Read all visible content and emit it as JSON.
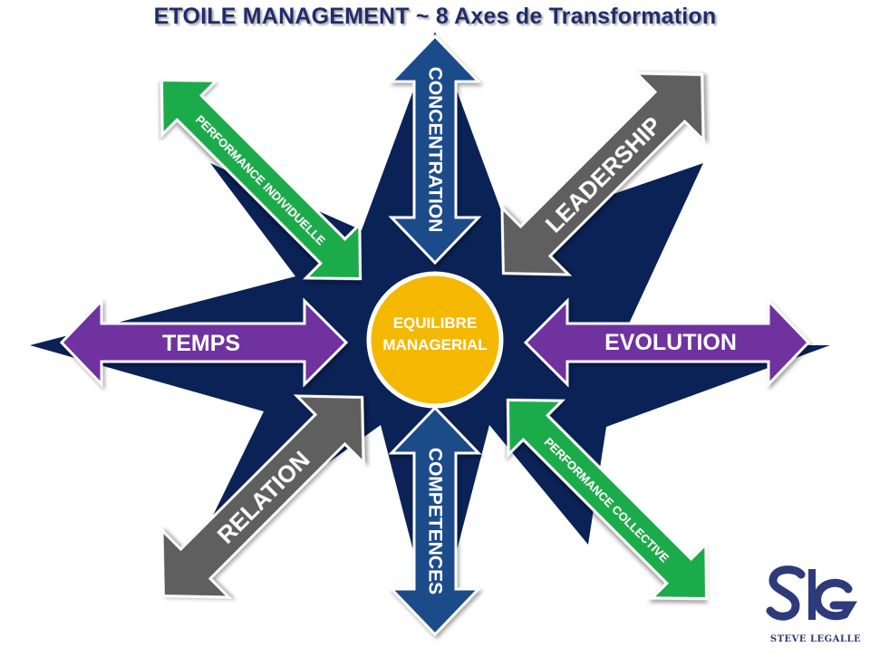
{
  "title": "ETOILE MANAGEMENT ~ 8 Axes de Transformation",
  "center": {
    "line1": "EQUILIBRE",
    "line2": "MANAGERIAL"
  },
  "axes": {
    "concentration": "CONCENTRATION",
    "leadership": "LEADERSHIP",
    "evolution": "EVOLUTION",
    "performance_collective": "PERFORMANCE COLLECTIVE",
    "competences": "COMPETENCES",
    "relation": "RELATION",
    "temps": "TEMPS",
    "performance_individuelle": "PERFORMANCE INDIVIDUELLE"
  },
  "logo": {
    "wordmark": "STEVE LEGALLE"
  },
  "colors": {
    "title": "#1f2d6b",
    "star": "#0b2257",
    "blue_arrow": "#1e4b8a",
    "green_arrow": "#1aab4c",
    "purple_arrow": "#70309f",
    "gray_arrow": "#5e5e5e",
    "center_fill": "#f5b800",
    "logo": "#2e3a7a"
  }
}
